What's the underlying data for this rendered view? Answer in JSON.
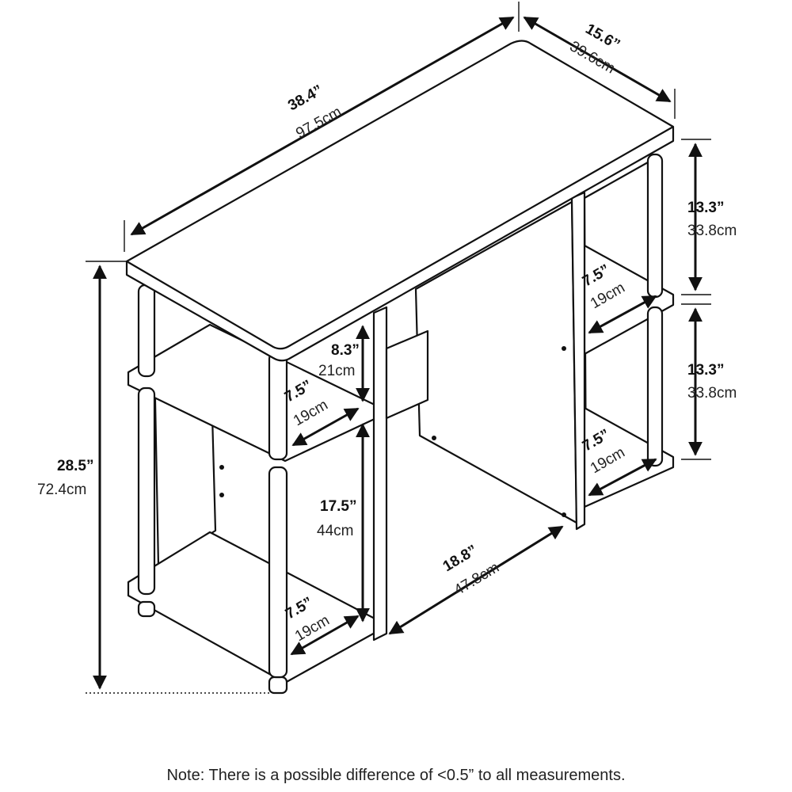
{
  "dimensions": {
    "width": {
      "inch": "38.4”",
      "cm": "97.5cm"
    },
    "depth": {
      "inch": "15.6”",
      "cm": "39.6cm"
    },
    "height": {
      "inch": "28.5”",
      "cm": "72.4cm"
    },
    "upper_right": {
      "inch": "13.3”",
      "cm": "33.8cm"
    },
    "lower_right": {
      "inch": "13.3”",
      "cm": "33.8cm"
    },
    "upper_left": {
      "inch": "8.3”",
      "cm": "21cm"
    },
    "lower_left": {
      "inch": "17.5”",
      "cm": "44cm"
    },
    "leg_space": {
      "inch": "18.8”",
      "cm": "47.8cm"
    },
    "shelf_depth_left_mid": {
      "inch": "7.5”",
      "cm": "19cm"
    },
    "shelf_depth_left_bottom": {
      "inch": "7.5”",
      "cm": "19cm"
    },
    "shelf_depth_right_top": {
      "inch": "7.5”",
      "cm": "19cm"
    },
    "shelf_depth_right_bottom": {
      "inch": "7.5”",
      "cm": "19cm"
    }
  },
  "note": "Note: There is a possible difference of <0.5” to all measurements."
}
